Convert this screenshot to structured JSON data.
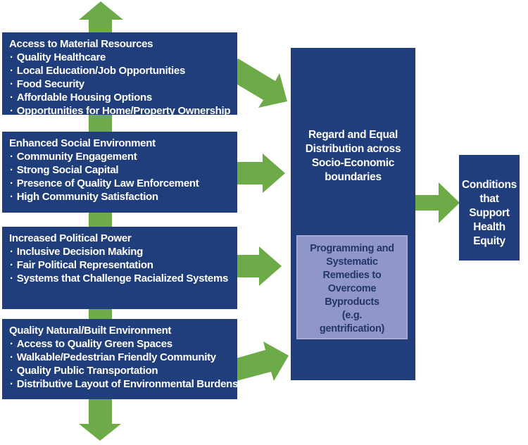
{
  "palette": {
    "box_navy": "#203d7c",
    "arrow_green": "#6dab49",
    "remedies_lavender": "#9096c8",
    "remedies_text_navy": "#23366b",
    "text_white": "#ffffff"
  },
  "left_boxes": [
    {
      "title": "Access to Material Resources",
      "items": [
        "Quality Healthcare",
        "Local Education/Job Opportunities",
        "Food Security",
        "Affordable Housing Options",
        "Opportunities for Home/Property Ownership"
      ]
    },
    {
      "title": "Enhanced Social Environment",
      "items": [
        "Community Engagement",
        "Strong Social Capital",
        "Presence of Quality Law Enforcement",
        "High Community Satisfaction"
      ]
    },
    {
      "title": "Increased Political Power",
      "items": [
        "Inclusive Decision Making",
        "Fair Political Representation",
        "Systems that Challenge Racialized Systems"
      ]
    },
    {
      "title": "Quality Natural/Built Environment",
      "items": [
        "Access to Quality Green Spaces",
        "Walkable/Pedestrian Friendly Community",
        "Quality Public Transportation",
        "Distributive Layout of Environmental Burdens"
      ]
    }
  ],
  "center_box": {
    "text": "Regard and Equal\nDistribution across\nSocio-Economic\nboundaries"
  },
  "remedies_box": {
    "text": "Programming and\nSystematic\nRemedies to\nOvercome\nByproducts\n(e.g.\ngentrification)"
  },
  "outcome_box": {
    "text": "Conditions\nthat\nSupport\nHealth\nEquity"
  }
}
